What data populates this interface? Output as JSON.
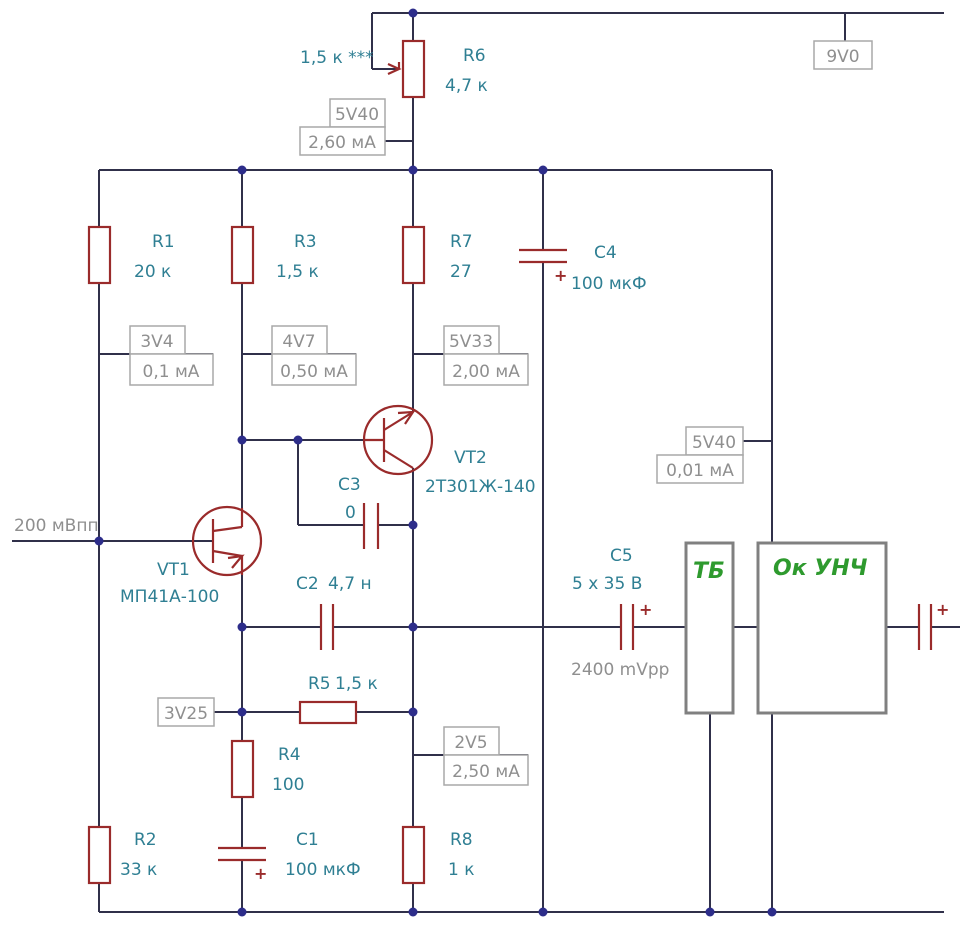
{
  "supply": {
    "rail_voltage": "9V0"
  },
  "r6": {
    "ref": "R6",
    "value": "4,7 к",
    "tap_note": "1,5 к ***",
    "voltage": "5V40",
    "current": "2,60 мА"
  },
  "r1": {
    "ref": "R1",
    "value": "20 к",
    "voltage": "3V4",
    "current": "0,1 мА"
  },
  "r3": {
    "ref": "R3",
    "value": "1,5 к",
    "voltage": "4V7",
    "current": "0,50 мА"
  },
  "r7": {
    "ref": "R7",
    "value": "27",
    "voltage": "5V33",
    "current": "2,00 мА"
  },
  "c4": {
    "ref": "C4",
    "value": "100 мкФ"
  },
  "vt2": {
    "ref": "VT2",
    "type": "2Т301Ж-140"
  },
  "c3": {
    "ref": "C3",
    "value": "0"
  },
  "vt1": {
    "ref": "VT1",
    "type": "МП41А-100"
  },
  "input": {
    "signal": "200 мВпп"
  },
  "c2": {
    "ref": "C2",
    "value": "4,7 н"
  },
  "c5": {
    "ref": "C5",
    "value": "5  x  35 В",
    "output_signal": "2400 mVpp"
  },
  "r5": {
    "ref": "R5",
    "value": "1,5 к"
  },
  "emitter_node": {
    "voltage": "3V25"
  },
  "r4": {
    "ref": "R4",
    "value": "100"
  },
  "vt2_emitter": {
    "voltage": "2V5",
    "current": "2,50 мА"
  },
  "r2": {
    "ref": "R2",
    "value": "33 к"
  },
  "c1": {
    "ref": "C1",
    "value": "100 мкФ"
  },
  "r8": {
    "ref": "R8",
    "value": "1 к"
  },
  "block_tb": {
    "label": "ТБ"
  },
  "block_amp": {
    "label": "Ок УНЧ",
    "voltage": "5V40",
    "current": "0,01 мА"
  },
  "colors": {
    "wire": "#30304a",
    "component": "#9a2b2b",
    "label": "#2f7f93",
    "node": "#2d2d8a",
    "block_label": "#2e9a2e"
  }
}
